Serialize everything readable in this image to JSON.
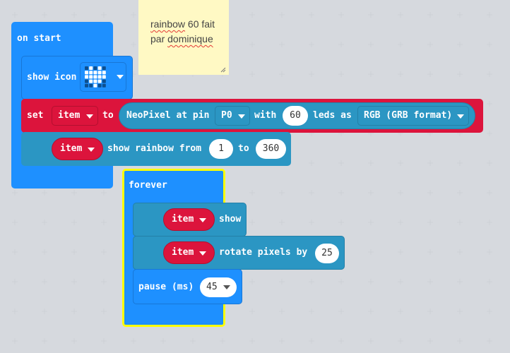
{
  "colors": {
    "basic": "#1e90ff",
    "basic_dark": "#1877d6",
    "neopixel": "#2b96c3",
    "neopixel_dark": "#2380a8",
    "variable": "#dc143c",
    "variable_dark": "#b3102f",
    "highlight": "#ffff00",
    "note_bg": "#fff9c4"
  },
  "note": {
    "line1_word": "rainbow",
    "line1_rest": " 60 fait",
    "line2_start": "par ",
    "line2_word": "dominique"
  },
  "on_start": {
    "label": "on start",
    "show_icon": {
      "label": "show icon",
      "icon": "heart-icon"
    },
    "set": {
      "label": "set",
      "variable": "item",
      "to": "to",
      "neopixel_label": "NeoPixel at pin",
      "pin": "P0",
      "with": "with",
      "leds": "60",
      "leds_as": "leds as",
      "mode": "RGB (GRB format)"
    },
    "rainbow": {
      "variable": "item",
      "label": "show rainbow from",
      "from": "1",
      "to_label": "to",
      "to": "360"
    }
  },
  "forever": {
    "label": "forever",
    "show": {
      "variable": "item",
      "label": "show"
    },
    "rotate": {
      "variable": "item",
      "label": "rotate pixels by",
      "amount": "25"
    },
    "pause": {
      "label": "pause (ms)",
      "value": "45"
    }
  }
}
